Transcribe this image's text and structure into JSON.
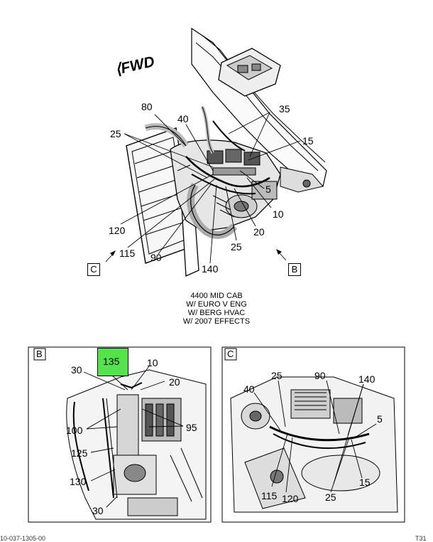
{
  "fwd_label": "FWD",
  "main_view": {
    "view_markers": [
      "C",
      "B"
    ],
    "callouts": {
      "c80": "80",
      "c40": "40",
      "c35": "35",
      "c25a": "25",
      "c15": "15",
      "c5": "5",
      "c10": "10",
      "c20": "20",
      "c120": "120",
      "c115": "115",
      "c90": "90",
      "c140": "140",
      "c25b": "25"
    }
  },
  "caption_lines": [
    "4400 MID CAB",
    "W/ EURO V ENG",
    "W/ BERG HVAC",
    "W/ 2007 EFFECTS"
  ],
  "detail_b": {
    "label": "B",
    "highlighted_callout": "135",
    "callouts": {
      "c30a": "30",
      "c10": "10",
      "c20": "20",
      "c100": "100",
      "c95": "95",
      "c125": "125",
      "c130": "130",
      "c30b": "30"
    }
  },
  "detail_c": {
    "label": "C",
    "callouts": {
      "c25": "25",
      "c90": "90",
      "c140": "140",
      "c40": "40",
      "c5": "5",
      "c115": "115",
      "c120": "120",
      "c25b": "25",
      "c15": "15"
    }
  },
  "footer": {
    "left": "10-037-1305-00",
    "right": "T31"
  }
}
